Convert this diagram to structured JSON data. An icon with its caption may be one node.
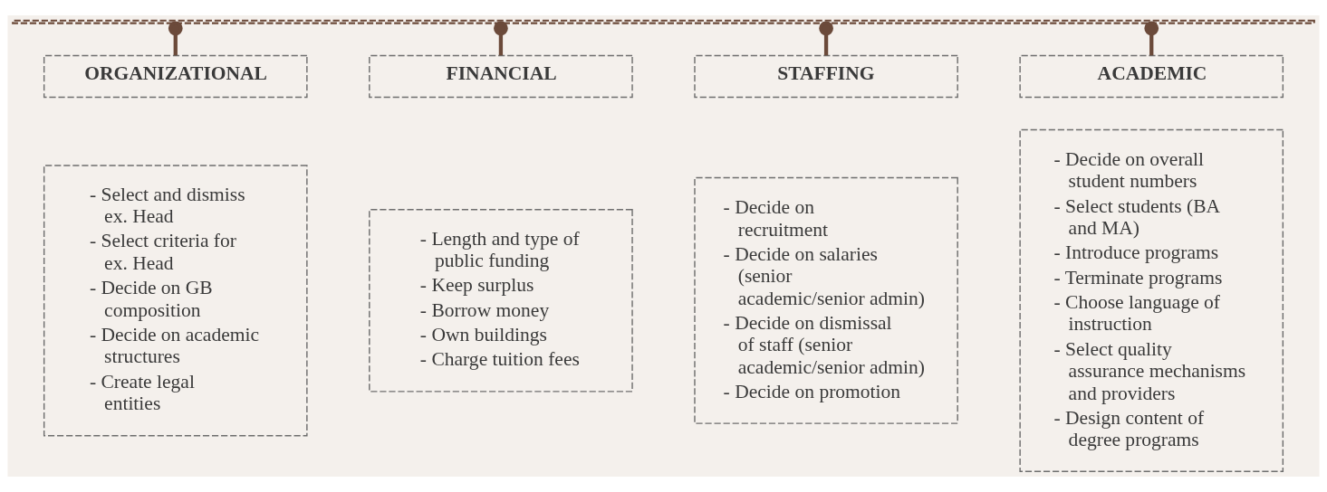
{
  "diagram": {
    "nodes": [
      {
        "text": [],
        "shape": "bar"
      },
      {
        "text": [
          "ORGANIZATIONAL"
        ]
      },
      {
        "text": [
          "FINANCIAL"
        ]
      },
      {
        "text": [
          "STAFFING"
        ]
      },
      {
        "text": [
          "ACADEMIC"
        ]
      },
      {
        "text": [
          "- Select and dismiss ex. Head",
          "- Select criteria for ex. Head",
          "- Decide on GB composition",
          "- Decide on academic structures",
          "- Create legal entities"
        ]
      },
      {
        "text": [
          "- Length and type of public funding",
          "- Keep surplus",
          "- Borrow money",
          "- Own buildings",
          "- Charge tuition fees"
        ]
      },
      {
        "text": [
          "- Decide on recruitment",
          "- Decide on salaries (senior academic/senior admin)",
          "- Decide on dismissal of staff (senior academic/senior admin)",
          "- Decide on promotion"
        ]
      },
      {
        "text": [
          "- Decide on overall student numbers",
          "- Select students (BA and MA)",
          "- Introduce programs",
          "- Terminate programs",
          "- Choose language of instruction",
          "- Select quality assurance mechanisms and providers",
          "- Design content of degree programs"
        ]
      }
    ],
    "edges": [
      {
        "from": 0,
        "to": 1,
        "arrow": "other"
      },
      {
        "from": 0,
        "to": 2,
        "arrow": "other"
      },
      {
        "from": 0,
        "to": 3,
        "arrow": "other"
      },
      {
        "from": 0,
        "to": 4,
        "arrow": "other"
      }
    ]
  }
}
